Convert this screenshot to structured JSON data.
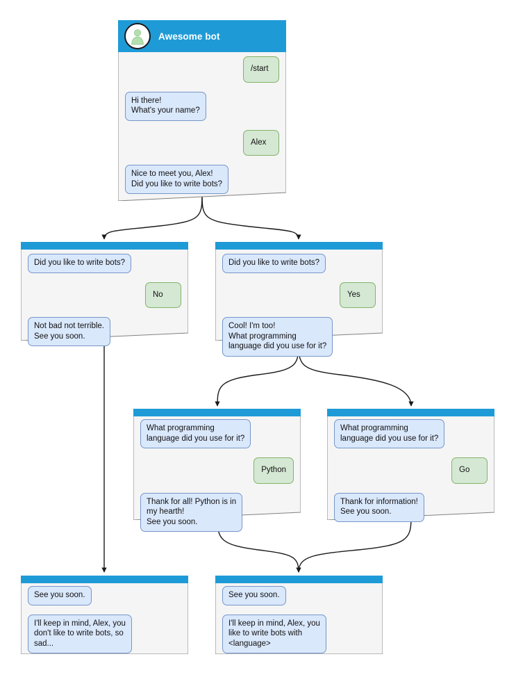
{
  "theme": {
    "header_blue": "#1e9bd7",
    "node_body": "#f5f5f5",
    "node_border": "#808080",
    "bubble_in_fill": "#dae8fc",
    "bubble_in_border": "#7596c8",
    "bubble_out_fill": "#d5e8d4",
    "bubble_out_border": "#82b366",
    "edge_color": "#1a1a1a",
    "avatar_fill": "#ffffff",
    "avatar_person": "#b5dfb0",
    "page_bg": "#ffffff"
  },
  "diagram": {
    "type": "bot-conversation-flowchart",
    "nodes": [
      {
        "id": "root",
        "avatar_icon": "person-avatar-icon",
        "title": "Awesome bot",
        "messages": [
          {
            "dir": "out",
            "text": "/start"
          },
          {
            "dir": "in",
            "text": "Hi there!\nWhat's your name?"
          },
          {
            "dir": "out",
            "text": "Alex"
          },
          {
            "dir": "in",
            "text": "Nice to meet you, Alex!\nDid you like to write bots?"
          }
        ]
      },
      {
        "id": "no-branch",
        "messages": [
          {
            "dir": "in",
            "text": "Did you like to write bots?"
          },
          {
            "dir": "out",
            "text": "No"
          },
          {
            "dir": "in",
            "text": "Not bad not terrible.\nSee you soon."
          }
        ]
      },
      {
        "id": "yes-branch",
        "messages": [
          {
            "dir": "in",
            "text": "Did you like to write bots?"
          },
          {
            "dir": "out",
            "text": "Yes"
          },
          {
            "dir": "in",
            "text": "Cool! I'm too!\nWhat programming\nlanguage did you use for it?"
          }
        ]
      },
      {
        "id": "python-branch",
        "messages": [
          {
            "dir": "in",
            "text": "What programming\nlanguage did you use for it?"
          },
          {
            "dir": "out",
            "text": "Python"
          },
          {
            "dir": "in",
            "text": "Thank for all! Python is in\nmy hearth!\nSee you soon."
          }
        ]
      },
      {
        "id": "go-branch",
        "messages": [
          {
            "dir": "in",
            "text": "What programming\nlanguage did you use for it?"
          },
          {
            "dir": "out",
            "text": "Go"
          },
          {
            "dir": "in",
            "text": "Thank for information!\nSee you soon."
          }
        ]
      },
      {
        "id": "end-no",
        "messages": [
          {
            "dir": "in",
            "text": "See you soon."
          },
          {
            "dir": "in",
            "text": "I'll keep in mind, Alex, you\ndon't like to write bots, so\nsad..."
          }
        ]
      },
      {
        "id": "end-yes",
        "messages": [
          {
            "dir": "in",
            "text": "See you soon."
          },
          {
            "dir": "in",
            "text": "I'll keep in mind, Alex, you\nlike to write bots with\n<language>"
          }
        ]
      }
    ]
  }
}
